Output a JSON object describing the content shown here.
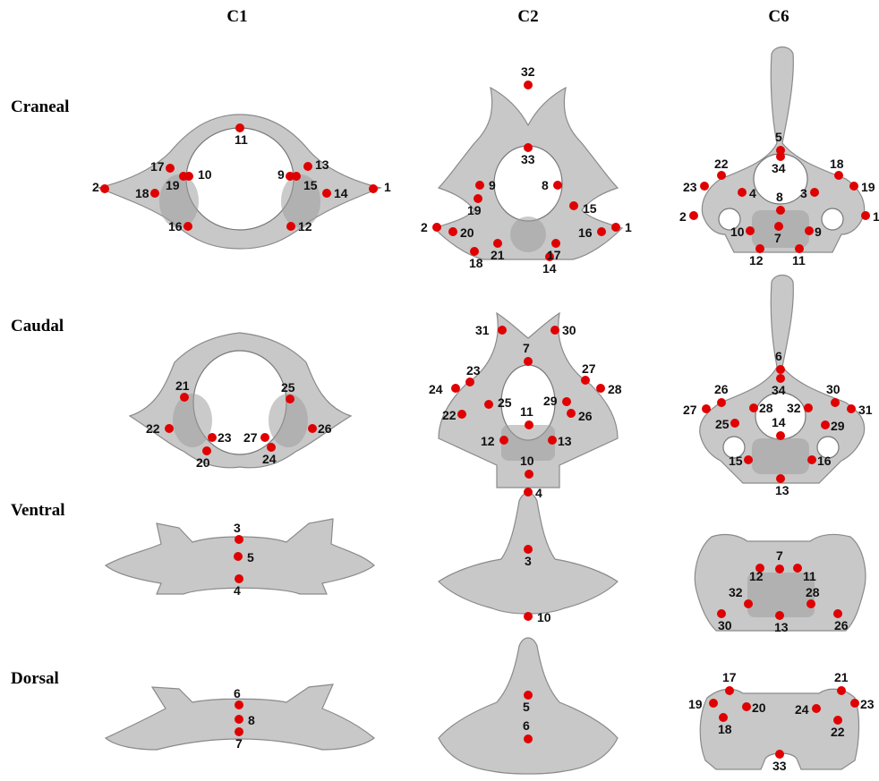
{
  "columns": {
    "c1": "C1",
    "c2": "C2",
    "c6": "C6"
  },
  "rows": {
    "craneal": "Craneal",
    "caudal": "Caudal",
    "ventral": "Ventral",
    "dorsal": "Dorsal"
  },
  "colors": {
    "landmark": "#e00000",
    "bone": "#c8c8c8",
    "label": "#111111"
  },
  "panels": {
    "c1_craneal": [
      "1",
      "2",
      "9",
      "10",
      "11",
      "12",
      "13",
      "14",
      "15",
      "16",
      "17",
      "18",
      "19"
    ],
    "c2_craneal": [
      "1",
      "2",
      "8",
      "9",
      "14",
      "15",
      "16",
      "17",
      "18",
      "19",
      "20",
      "21",
      "32",
      "33"
    ],
    "c6_craneal": [
      "1",
      "2",
      "3",
      "4",
      "5",
      "7",
      "8",
      "9",
      "10",
      "11",
      "12",
      "18",
      "19",
      "22",
      "23",
      "34"
    ],
    "c1_caudal": [
      "20",
      "21",
      "22",
      "23",
      "24",
      "25",
      "26",
      "27"
    ],
    "c2_caudal": [
      "7",
      "10",
      "11",
      "12",
      "13",
      "22",
      "23",
      "24",
      "25",
      "26",
      "27",
      "28",
      "29",
      "30",
      "31"
    ],
    "c6_caudal": [
      "6",
      "13",
      "14",
      "15",
      "16",
      "25",
      "26",
      "27",
      "28",
      "29",
      "30",
      "31",
      "32",
      "34"
    ],
    "c1_ventral": [
      "3",
      "4",
      "5"
    ],
    "c2_ventral": [
      "3",
      "4",
      "10"
    ],
    "c6_ventral": [
      "7",
      "11",
      "12",
      "13",
      "26",
      "28",
      "30",
      "32"
    ],
    "c1_dorsal": [
      "6",
      "7",
      "8"
    ],
    "c2_dorsal": [
      "5",
      "6"
    ],
    "c6_dorsal": [
      "17",
      "18",
      "19",
      "20",
      "21",
      "22",
      "23",
      "24",
      "33"
    ]
  }
}
